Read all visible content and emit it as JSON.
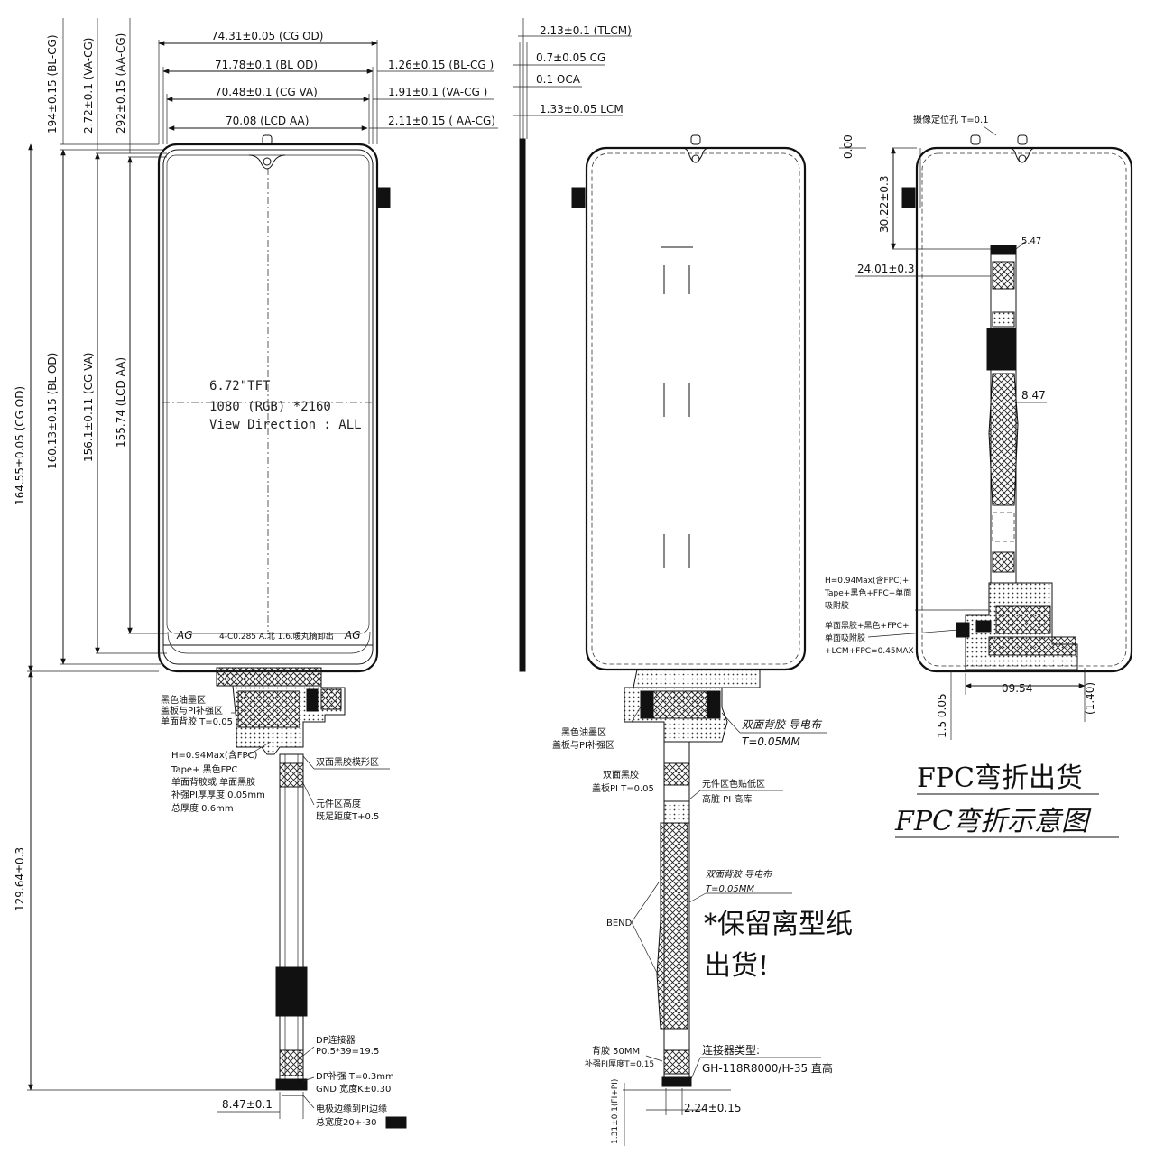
{
  "front_view": {
    "top_dims": [
      "74.31±0.05 (CG OD)",
      "71.78±0.1 (BL OD)",
      "70.48±0.1 (CG VA)",
      "70.08 (LCD AA)"
    ],
    "right_dims": [
      "1.26±0.15 (BL-CG )",
      "1.91±0.1 (VA-CG )",
      "2.11±0.15 ( AA-CG)"
    ],
    "left_dims_top": [
      "194±0.15 (BL-CG)",
      "2.72±0.1 (VA-CG)",
      "292±0.15 (AA-CG)"
    ],
    "left_dims_main": [
      "164.55±0.05 (CG OD)",
      "160.13±0.15 (BL OD)",
      "156.1±0.11 (CG VA)",
      "155.74 (LCD AA)"
    ],
    "fpc_length": "129.64±0.3",
    "fpc_width": "8.47±0.1",
    "spec_lines": [
      "6.72\"TFT",
      "1080 (RGB) *2160",
      "View Direction : ALL"
    ],
    "corner_marks": [
      "AG",
      "AG"
    ],
    "bottom_note": "4-C0.285 A.北 1.6.暖丸摘卸出",
    "notes": {
      "ink_zone": [
        "黑色油墨区",
        "盖板与PI补强区",
        "单面背胶 T=0.05"
      ],
      "height": [
        "H=0.94Max(含FPC)",
        "Tape+ 黑色FPC",
        "单面背胶或 单面黑胶",
        "补强PI厚厚度 0.05mm",
        "总厚度 0.6mm"
      ],
      "black_tape": "双面黑胶模形区",
      "component": [
        "元件区高度",
        "既足距度T+0.5"
      ],
      "dp_connector": [
        "DP连接器",
        "P0.5*39=19.5"
      ],
      "dp_stiffener": [
        "DP补强 T=0.3mm",
        "GND 宽度K±0.30"
      ],
      "electrode": [
        "电极边缘到PI边缘",
        "总宽度20+-30"
      ]
    }
  },
  "side_view": {
    "dims": [
      "2.13±0.1 (TLCM)",
      "0.7±0.05 CG",
      "0.1 OCA",
      "1.33±0.05 LCM"
    ]
  },
  "back_view": {
    "notes": {
      "ink": [
        "黑色油墨区",
        "盖板与PI补强区"
      ],
      "conductive_1": [
        "双面背胶 导电布",
        "T=0.05MM"
      ],
      "tape_stiffener": [
        "双面黑胶",
        "盖板PI T=0.05"
      ],
      "component_zone": [
        "元件区色贴低区",
        "高脏 PI 高库"
      ],
      "conductive_2": [
        "双面背胶 导电布",
        "T=0.05MM"
      ],
      "bend": "BEND",
      "keep_liner": [
        "*保留离型纸",
        "出货!"
      ],
      "backing": [
        "背胶 50MM",
        "补强PI厚度T=0.15"
      ],
      "connector_type": [
        "连接器类型:",
        "GH-118R8000/H-35  直高"
      ],
      "bottom_dims": [
        "1.31±0.1(FI+PI)",
        "2.24±0.15"
      ]
    }
  },
  "bend_view": {
    "camera_note": "摄像定位孔 T=0.1",
    "dims": [
      "0.00",
      "30.22±0.3",
      "5.47",
      "24.01±0.3",
      "8.47",
      "09.54",
      "1.5 0.05",
      "(1.40)"
    ],
    "notes": {
      "height": [
        "H=0.94Max(含FPC)+",
        "Tape+黑色+FPC+单面",
        "吸附胶"
      ],
      "total": [
        "单面黑胶+黑色+FPC+",
        "单面吸附胶",
        "+LCM+FPC=0.45MAX"
      ]
    }
  },
  "titles": [
    "FPC弯折出货",
    "FPC弯折示意图"
  ]
}
